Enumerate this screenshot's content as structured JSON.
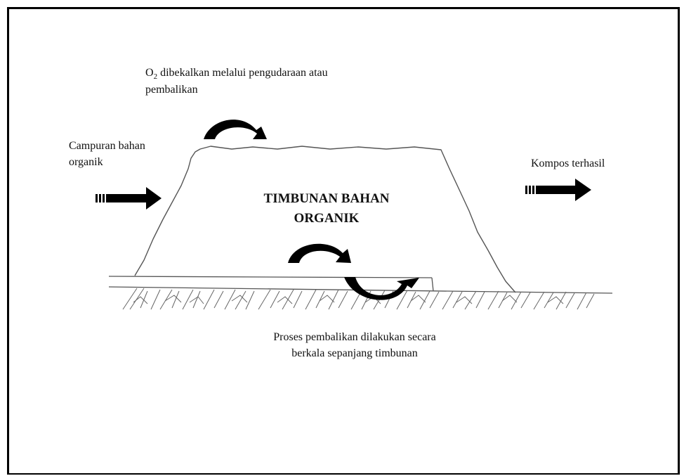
{
  "labels": {
    "oxygen_prefix": "O",
    "oxygen_subscript": "2",
    "oxygen_line1": " dibekalkan melalui pengudaraan atau",
    "oxygen_line2": "pembalikan",
    "input_line1": "Campuran bahan",
    "input_line2": "organik",
    "output": "Kompos terhasil",
    "pile_line1": "TIMBUNAN BAHAN",
    "pile_line2": "ORGANIK",
    "turning_line1": "Proses pembalikan dilakukan secara",
    "turning_line2": "berkala sepanjang timbunan"
  },
  "colors": {
    "ink": "#111111",
    "line": "#555555",
    "frame": "#000000"
  },
  "icons": {
    "input_arrow": "right-arrow-icon",
    "output_arrow": "right-arrow-icon",
    "turn_arrows": "curved-arrow-icon"
  }
}
